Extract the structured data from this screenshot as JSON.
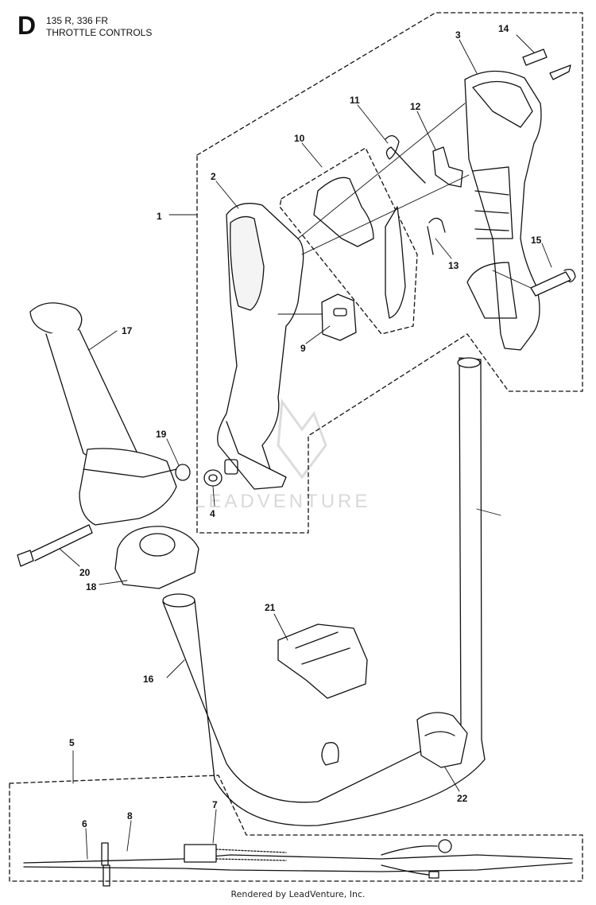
{
  "header": {
    "section_letter": "D",
    "model": "135 R, 336 FR",
    "subtitle": "THROTTLE CONTROLS"
  },
  "callouts": [
    "1",
    "2",
    "3",
    "4",
    "5",
    "6",
    "7",
    "8",
    "9",
    "10",
    "11",
    "12",
    "13",
    "14",
    "15",
    "16",
    "17",
    "18",
    "19",
    "20",
    "21",
    "22"
  ],
  "watermark": "LEADVENTURE",
  "footer": "Rendered by LeadVenture, Inc.",
  "colors": {
    "line": "#111111",
    "watermark": "#d9d9d9"
  }
}
